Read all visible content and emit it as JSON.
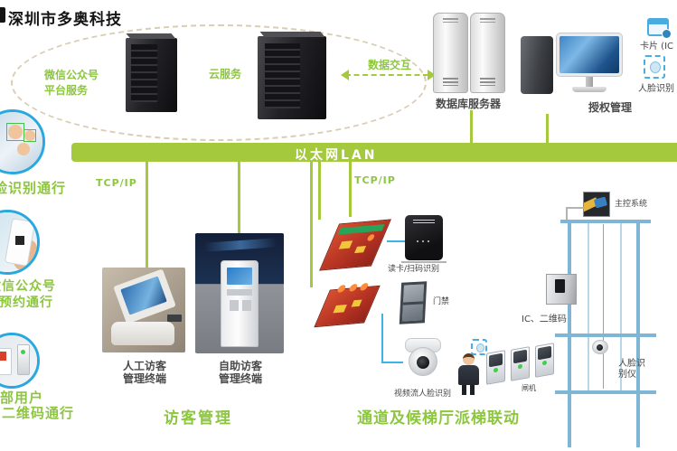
{
  "brand": "深圳市多奥科技",
  "cloud": {
    "wechat_line1": "微信公众号",
    "wechat_line2": "平台服务",
    "cloud_label": "云服务",
    "exchange_label": "数据交互"
  },
  "servers": {
    "database_label": "数据库服务器",
    "auth_label": "授权管理"
  },
  "credentials": {
    "card_label": "卡片 (IC",
    "face_label": "人脸识别"
  },
  "network": {
    "lan_label": "以太网LAN",
    "tcpip_left": "TCP/IP",
    "tcpip_right": "TCP/IP"
  },
  "mobile_access": {
    "face_pass": "脸识别通行",
    "wechat_line1": "微信公众号",
    "wechat_line2": "预约通行",
    "qr_line1": "部用户",
    "qr_line2": "二维码通行"
  },
  "visitor": {
    "manual_line1": "人工访客",
    "manual_line2": "管理终端",
    "self_line1": "自助访客",
    "self_line2": "管理终端",
    "title": "访客管理"
  },
  "channel": {
    "reader_label": "读卡/扫码识别",
    "door_label": "门禁",
    "camera_label": "视频流人脸识别",
    "gate_label": "闸机",
    "title": "通道及候梯厅派梯联动"
  },
  "elevator": {
    "control_label": "主控系统",
    "ic_label": "IC、二维码",
    "face_line1": "人脸识",
    "face_line2": "别仪"
  },
  "icons": {
    "card": "card-icon",
    "face": "face-recognition-icon",
    "scan": "face-scan-icon"
  },
  "colors": {
    "green_text": "#8dc63f",
    "bar_green": "#a5c93d",
    "ring_blue": "#29a8e0",
    "connector_blue": "#3cb4e5",
    "elevator_blue": "#7fb5d5"
  }
}
